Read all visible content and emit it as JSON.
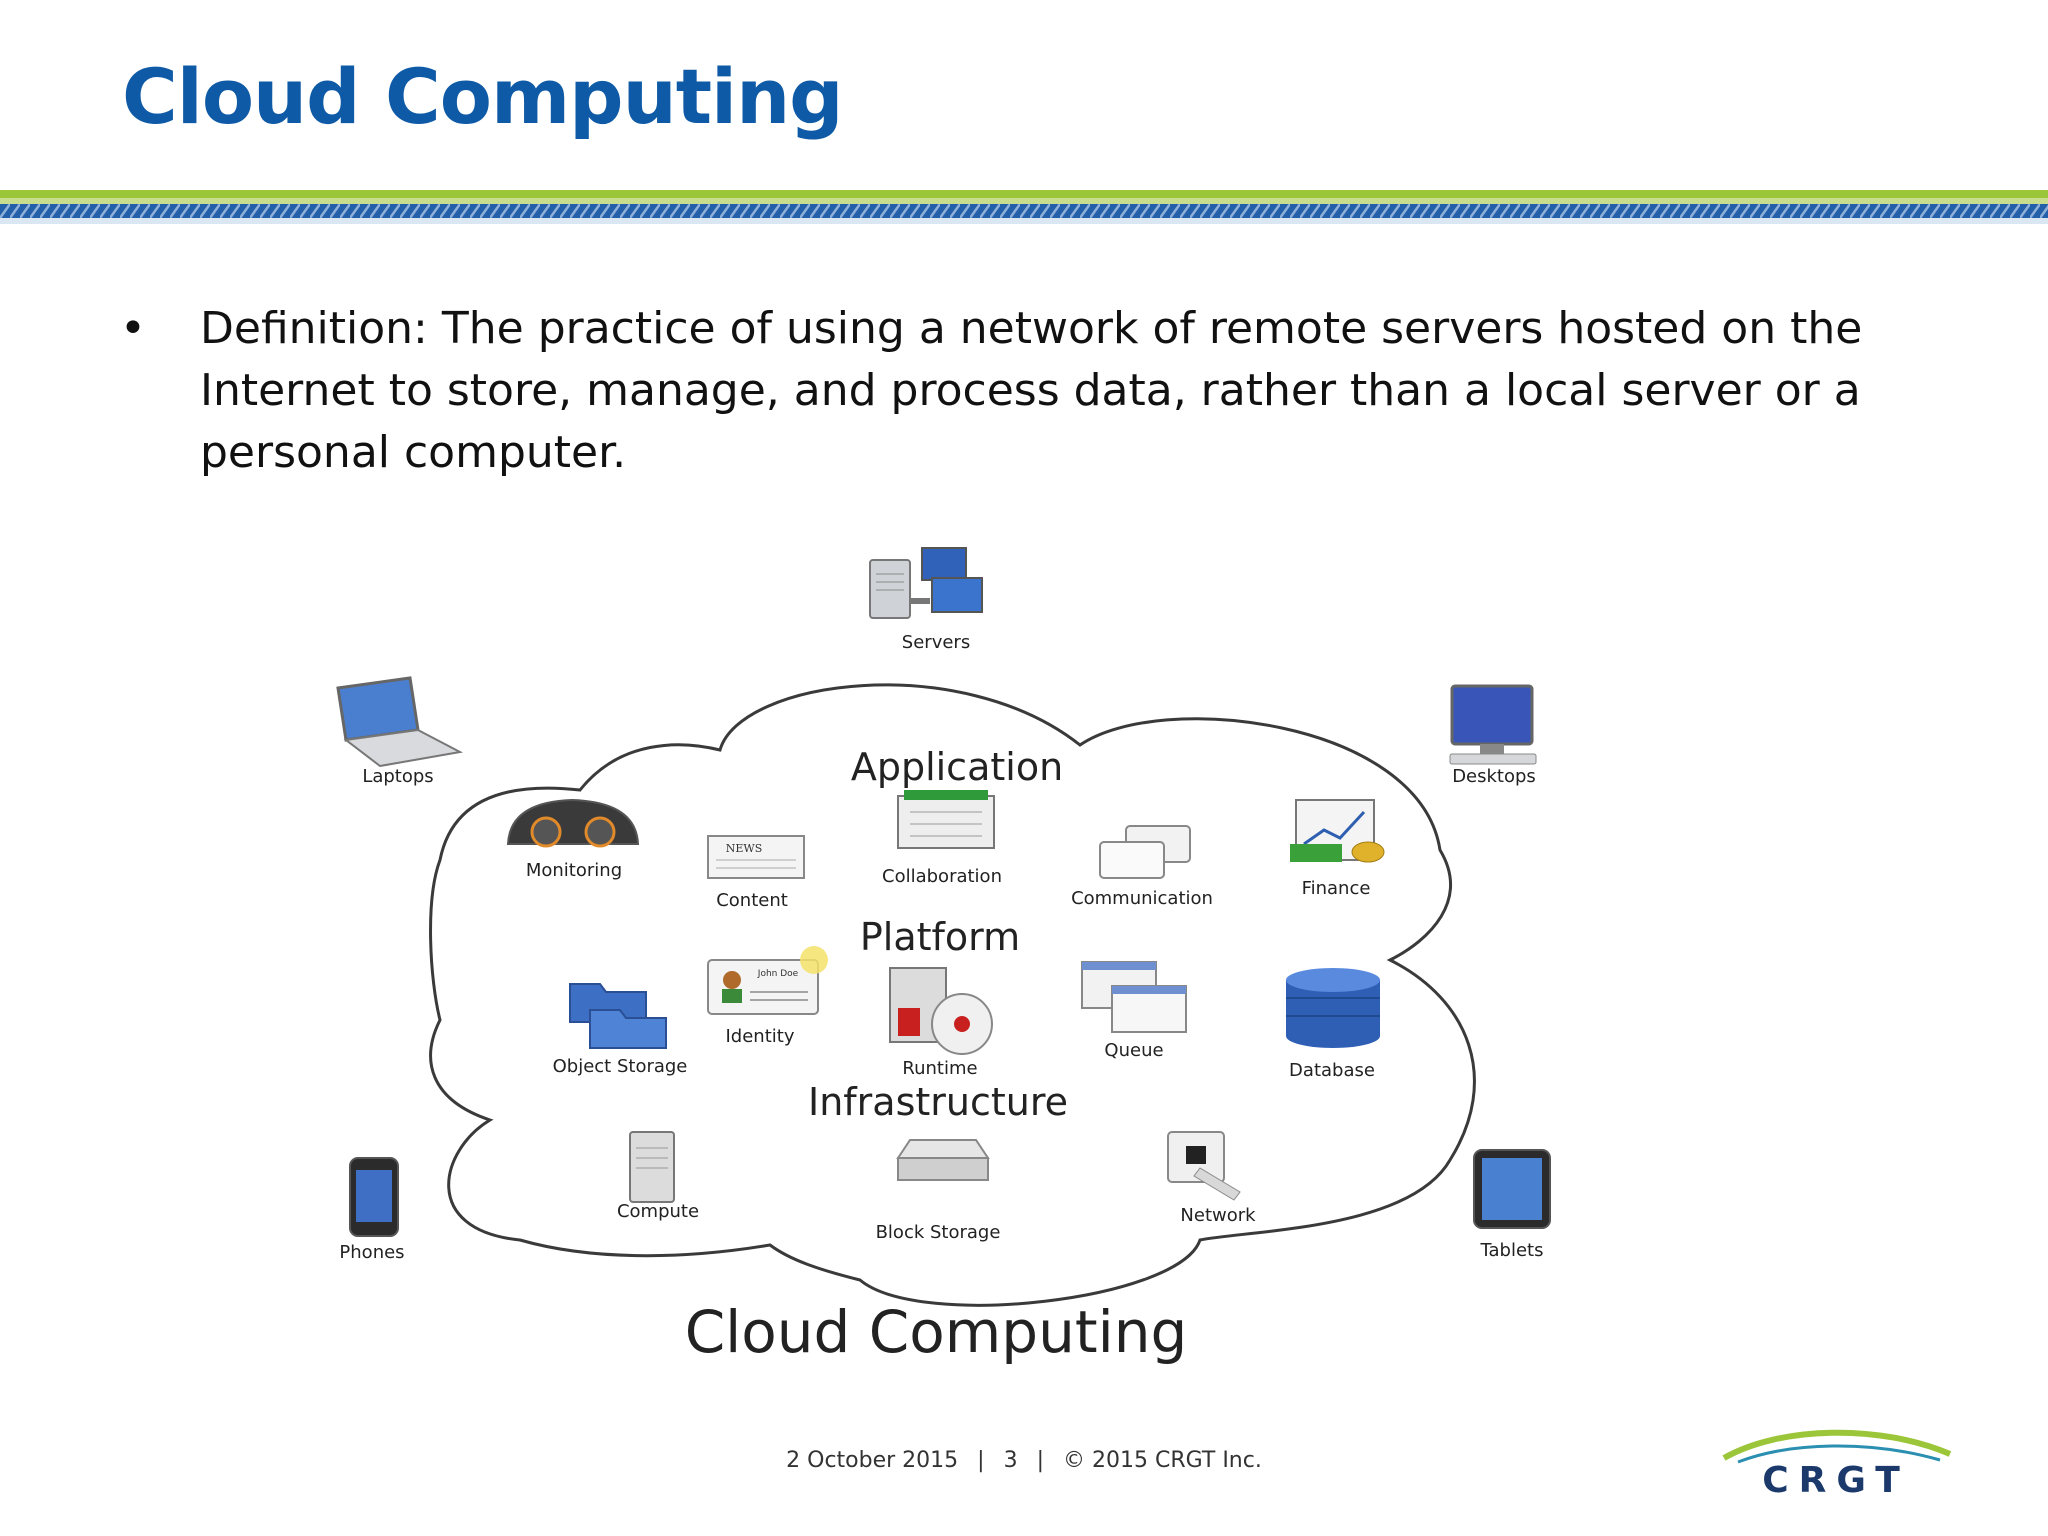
{
  "slide": {
    "title": "Cloud Computing",
    "bullet_marker": "•",
    "definition": "Definition: The practice of using a network of remote servers hosted on the Internet to store, manage, and process data, rather than a local server or a personal computer."
  },
  "diagram": {
    "title": "Cloud Computing",
    "layers": {
      "application": "Application",
      "platform": "Platform",
      "infrastructure": "Infrastructure"
    },
    "clients": {
      "servers": "Servers",
      "laptops": "Laptops",
      "desktops": "Desktops",
      "phones": "Phones",
      "tablets": "Tablets"
    },
    "services": {
      "monitoring": "Monitoring",
      "content": "Content",
      "collaboration": "Collaboration",
      "communication": "Communication",
      "finance": "Finance",
      "identity": "Identity",
      "object_storage": "Object Storage",
      "runtime": "Runtime",
      "queue": "Queue",
      "database": "Database",
      "compute": "Compute",
      "block_storage": "Block Storage",
      "network": "Network"
    },
    "icon_text": {
      "news": "NEWS",
      "badge_name": "John Doe"
    }
  },
  "footer": {
    "date": "2 October 2015",
    "separator": "|",
    "page": "3",
    "copyright": "© 2015 CRGT Inc."
  },
  "logo": {
    "text": "CRGT",
    "navy": "#1b3a6b",
    "green": "#9cc63a",
    "teal": "#2a8fb0"
  },
  "colors": {
    "title": "#0f5aa6",
    "rule_green": "#9cc63a",
    "rule_blue": "#1f5ea8"
  }
}
